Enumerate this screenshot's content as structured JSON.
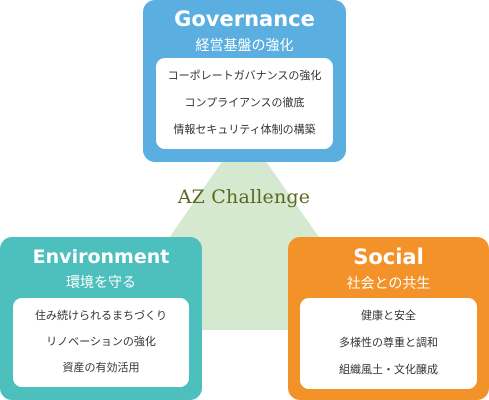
{
  "center": {
    "label": "AZ Challenge"
  },
  "colors": {
    "governance": "#5aaee0",
    "environment": "#4dbfbd",
    "social": "#f4922a",
    "triangle": "#d4e9cf",
    "center_text": "#5b6a1f"
  },
  "governance": {
    "title": "Governance",
    "subtitle": "経営基盤の強化",
    "items": [
      "コーポレートガバナンスの強化",
      "コンプライアンスの徹底",
      "情報セキュリティ体制の構築"
    ]
  },
  "environment": {
    "title": "Environment",
    "subtitle": "環境を守る",
    "items": [
      "住み続けられるまちづくり",
      "リノベーションの強化",
      "資産の有効活用"
    ]
  },
  "social": {
    "title": "Social",
    "subtitle": "社会との共生",
    "items": [
      "健康と安全",
      "多様性の尊重と調和",
      "組織風土・文化醸成"
    ]
  }
}
